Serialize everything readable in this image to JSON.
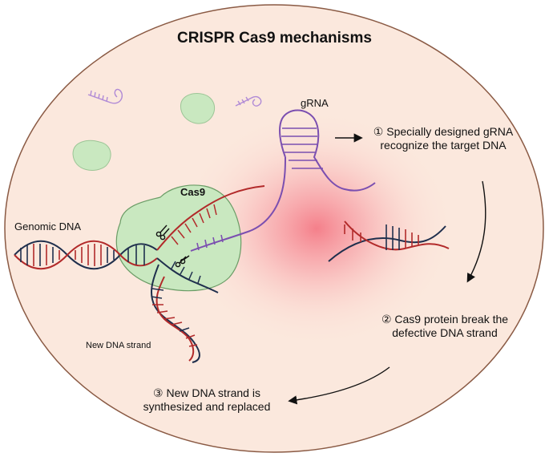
{
  "title": "CRISPR Cas9 mechanisms",
  "labels": {
    "grna": "gRNA",
    "cas9": "Cas9",
    "genomic_dna": "Genomic DNA",
    "new_dna_strand": "New DNA strand"
  },
  "steps": [
    {
      "marker": "①",
      "line1": "Specially designed gRNA",
      "line2": "recognize the target DNA"
    },
    {
      "marker": "②",
      "line1": "Cas9 protein break the",
      "line2": "defective DNA strand"
    },
    {
      "marker": "③",
      "line1": "New DNA strand is",
      "line2": "synthesized and replaced"
    }
  ],
  "colors": {
    "cell_fill": "#fbe8dd",
    "cell_outline": "#8a5a44",
    "glow": "#f47a86",
    "protein": "#c9e8c0",
    "protein_outline": "#6b9c66",
    "dna_red": "#b22a2a",
    "dna_navy": "#1f2f4d",
    "rna_purple": "#7b4fb0",
    "rna_light": "#b08ad6"
  },
  "icons": [
    "scissors-icon",
    "arrow-right-icon",
    "curved-arrow-icon"
  ]
}
